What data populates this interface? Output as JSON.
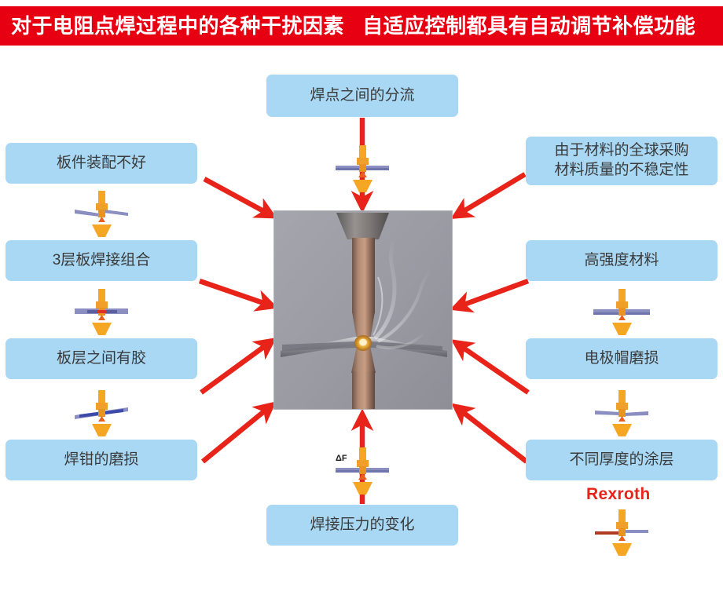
{
  "header": {
    "title": "对于电阻点焊过程中的各种干扰因素   自适应控制都具有自动调节补偿功能",
    "background_color": "#e60012",
    "text_color": "#ffffff"
  },
  "palette": {
    "box_fill": "#a9d8f5",
    "box_text": "#3a3a3a",
    "arrow_red": "#e8241a",
    "brand_red": "#e8241a",
    "electrode_orange": "#f5a623",
    "plate_blue": "#8a8ec0"
  },
  "center": {
    "name": "resistance-spot-welding-photo",
    "description": "焊接过程照片"
  },
  "boxes": [
    {
      "id": "top-center",
      "label": "焊点之间的分流"
    },
    {
      "id": "left-1",
      "label": "板件装配不好"
    },
    {
      "id": "left-2",
      "label": "3层板焊接组合"
    },
    {
      "id": "left-3",
      "label": "板层之间有胶"
    },
    {
      "id": "left-4",
      "label": "焊钳的磨损"
    },
    {
      "id": "right-1",
      "label": "由于材料的全球采购\n材料质量的不稳定性"
    },
    {
      "id": "right-2",
      "label": "高强度材料"
    },
    {
      "id": "right-3",
      "label": "电极帽磨损"
    },
    {
      "id": "right-4",
      "label": "不同厚度的涂层"
    },
    {
      "id": "bottom-center",
      "label": "焊接压力的变化"
    }
  ],
  "annotations": {
    "brand": "Rexroth",
    "force_symbol": "ΔF"
  },
  "icons": {
    "gun_left_1": "welding-gun-icon",
    "gun_left_2": "welding-gun-icon",
    "gun_left_3": "welding-gun-icon",
    "gun_right_1": "welding-gun-icon",
    "gun_right_2": "welding-gun-icon",
    "gun_right_3": "welding-gun-icon",
    "gun_top": "welding-gun-icon",
    "gun_bottom": "welding-gun-icon"
  }
}
